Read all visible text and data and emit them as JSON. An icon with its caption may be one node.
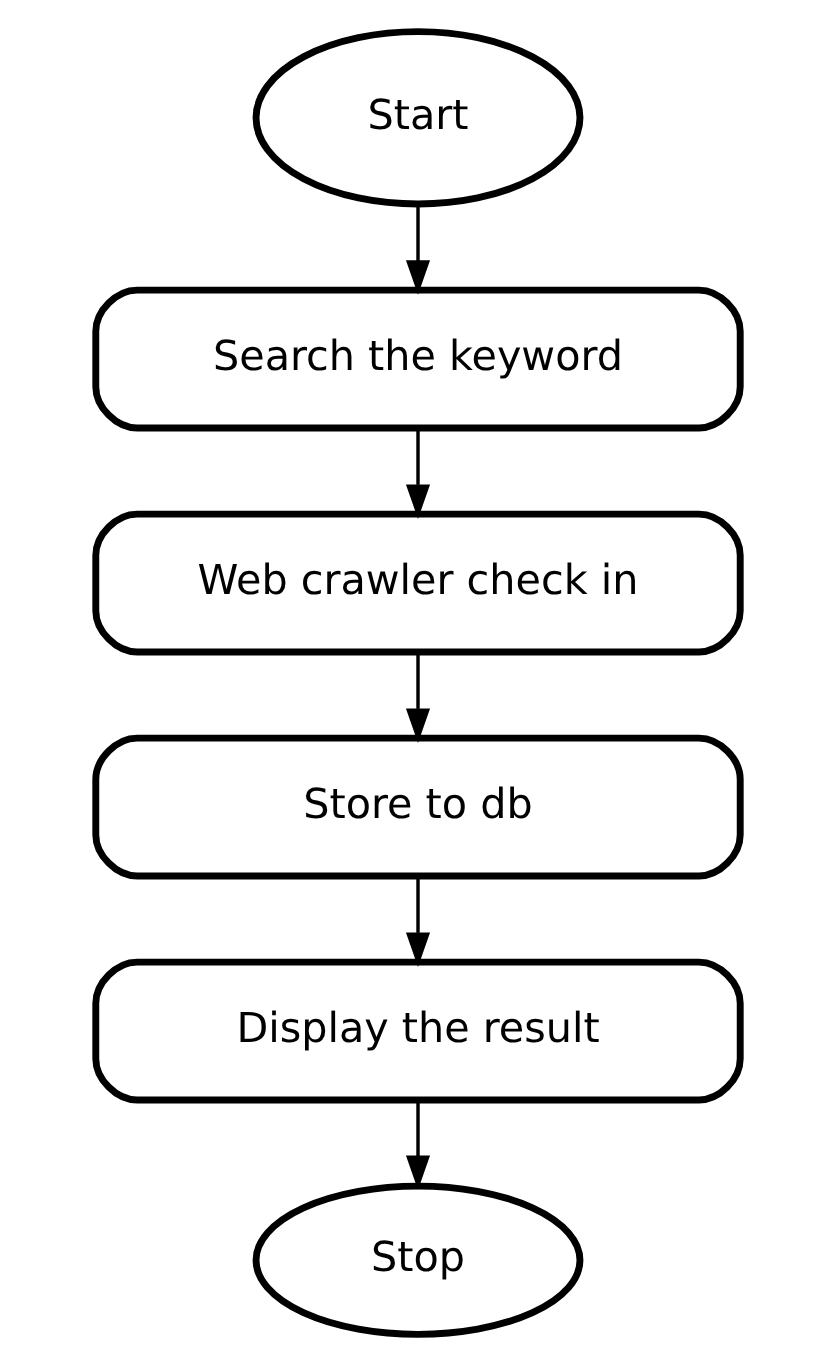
{
  "diagram": {
    "nodes": [
      {
        "text": [
          "Start"
        ]
      },
      {
        "text": [
          "Search the keyword"
        ]
      },
      {
        "text": [
          "Web crawler check in"
        ]
      },
      {
        "text": [
          "Store to db"
        ]
      },
      {
        "text": [
          "Display the result"
        ]
      },
      {
        "text": [
          "Stop"
        ]
      }
    ],
    "edges": [
      {
        "from": 0,
        "to": 1,
        "arrow": "to"
      },
      {
        "from": 1,
        "to": 2,
        "arrow": "to"
      },
      {
        "from": 2,
        "to": 3,
        "arrow": "to"
      },
      {
        "from": 3,
        "to": 4,
        "arrow": "to"
      },
      {
        "from": 4,
        "to": 5,
        "arrow": "to"
      }
    ]
  }
}
